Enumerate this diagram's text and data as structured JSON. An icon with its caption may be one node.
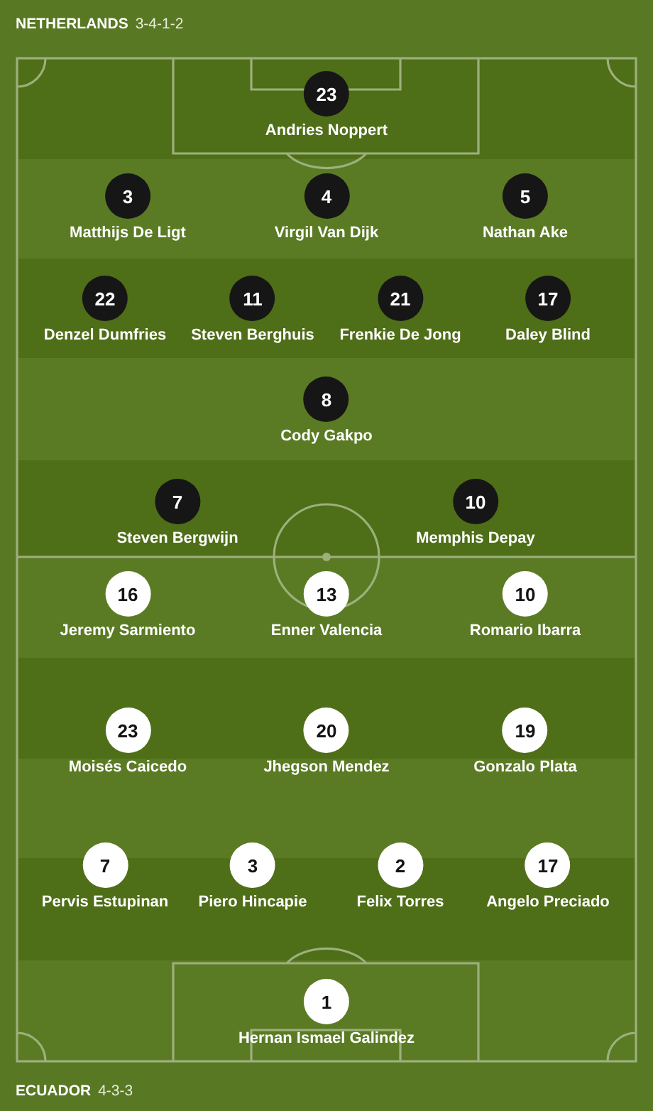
{
  "diagram": {
    "nodes": [
      {
        "text": [
          "23"
        ],
        "beside": [
          "Andries Noppert"
        ]
      },
      {
        "text": [
          "3"
        ],
        "beside": [
          "Matthijs De Ligt"
        ]
      },
      {
        "text": [
          "4"
        ],
        "beside": [
          "Virgil Van Dijk"
        ]
      },
      {
        "text": [
          "5"
        ],
        "beside": [
          "Nathan Ake"
        ]
      },
      {
        "text": [
          "22"
        ],
        "beside": [
          "Denzel Dumfries"
        ]
      },
      {
        "text": [
          "11"
        ],
        "beside": [
          "Steven Berghuis"
        ]
      },
      {
        "text": [
          "21"
        ],
        "beside": [
          "Frenkie De Jong"
        ]
      },
      {
        "text": [
          "17"
        ],
        "beside": [
          "Daley Blind"
        ]
      },
      {
        "text": [
          "8"
        ],
        "beside": [
          "Cody Gakpo"
        ]
      },
      {
        "text": [
          "7"
        ],
        "beside": [
          "Steven Bergwijn"
        ]
      },
      {
        "text": [
          "10"
        ],
        "beside": [
          "Memphis Depay"
        ]
      },
      {
        "text": [
          "16"
        ],
        "beside": [
          "Jeremy Sarmiento"
        ]
      },
      {
        "text": [
          "13"
        ],
        "beside": [
          "Enner Valencia"
        ]
      },
      {
        "text": [
          "10"
        ],
        "beside": [
          "Romario Ibarra"
        ]
      },
      {
        "text": [
          "23"
        ],
        "beside": [
          "Moisés Caicedo"
        ]
      },
      {
        "text": [
          "20"
        ],
        "beside": [
          "Jhegson Mendez"
        ]
      },
      {
        "text": [
          "19"
        ],
        "beside": [
          "Gonzalo Plata"
        ]
      },
      {
        "text": [
          "7"
        ],
        "beside": [
          "Pervis Estupinan"
        ]
      },
      {
        "text": [
          "3"
        ],
        "beside": [
          "Piero Hincapie"
        ]
      },
      {
        "text": [
          "2"
        ],
        "beside": [
          "Felix Torres"
        ]
      },
      {
        "text": [
          "17"
        ],
        "beside": [
          "Angelo Preciado"
        ]
      },
      {
        "text": [
          "1"
        ],
        "beside": [
          "Hernan Ismael Galindez"
        ]
      }
    ],
    "labels": [
      "NETHERLANDS",
      "3-4-1-2",
      "ECUADOR",
      "4-3-3"
    ]
  }
}
